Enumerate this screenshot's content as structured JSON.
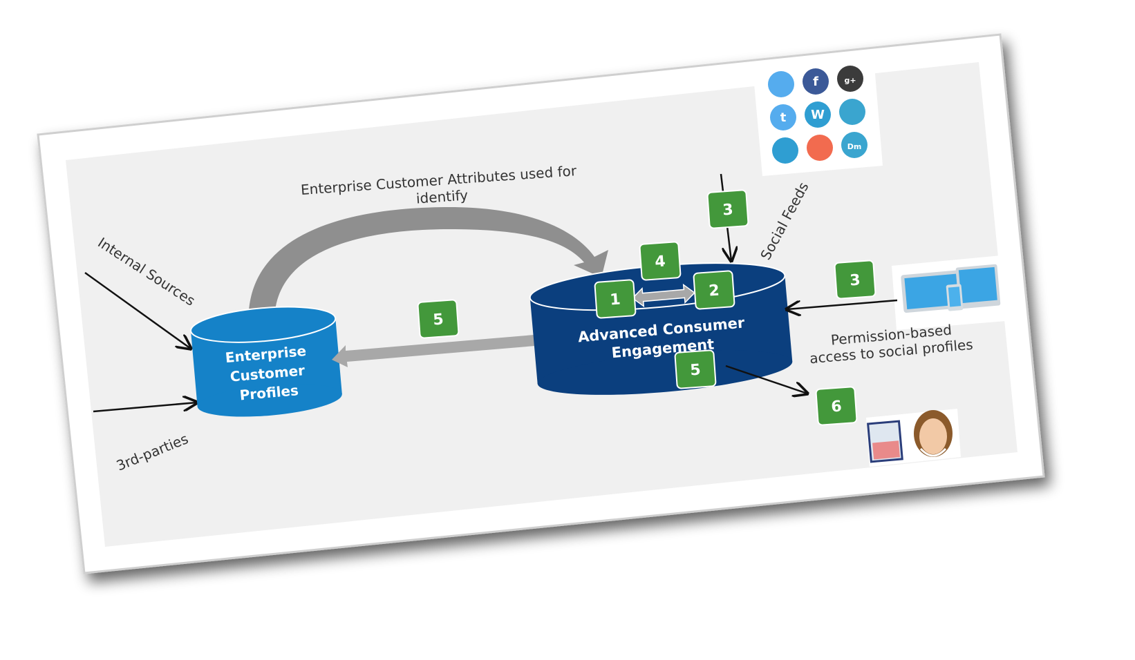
{
  "diagram": {
    "title_arrow_label": {
      "line1": "Enterprise Customer Attributes used for",
      "line2": "identify"
    },
    "internal_sources": "Internal Sources",
    "third_parties": "3rd-parties",
    "social_feeds": "Social Feeds",
    "permission": {
      "line1": "Permission-based",
      "line2": "access to social profiles"
    },
    "enterprise_db": {
      "line1": "Enterprise",
      "line2": "Customer",
      "line3": "Profiles",
      "color": "#1582c8"
    },
    "ace_db": {
      "line1": "Advanced Consumer",
      "line2": "Engagement",
      "color": "#0b3f7e"
    },
    "badge_color": "#43983b",
    "badges": {
      "b1": "1",
      "b2": "2",
      "b3_top": "3",
      "b3_right": "3",
      "b4": "4",
      "b5_left": "5",
      "b5_bottom": "5",
      "b6": "6"
    },
    "social_icons": [
      "twitter-icon",
      "facebook-icon",
      "google-plus-icon",
      "tumblr-icon",
      "wordpress-icon",
      "instagram-icon",
      "feather-icon",
      "network-icon",
      "dm-icon"
    ],
    "social_icon_labels": [
      "",
      "f",
      "g+",
      "t",
      "W",
      "",
      "",
      "",
      "Dm"
    ]
  }
}
